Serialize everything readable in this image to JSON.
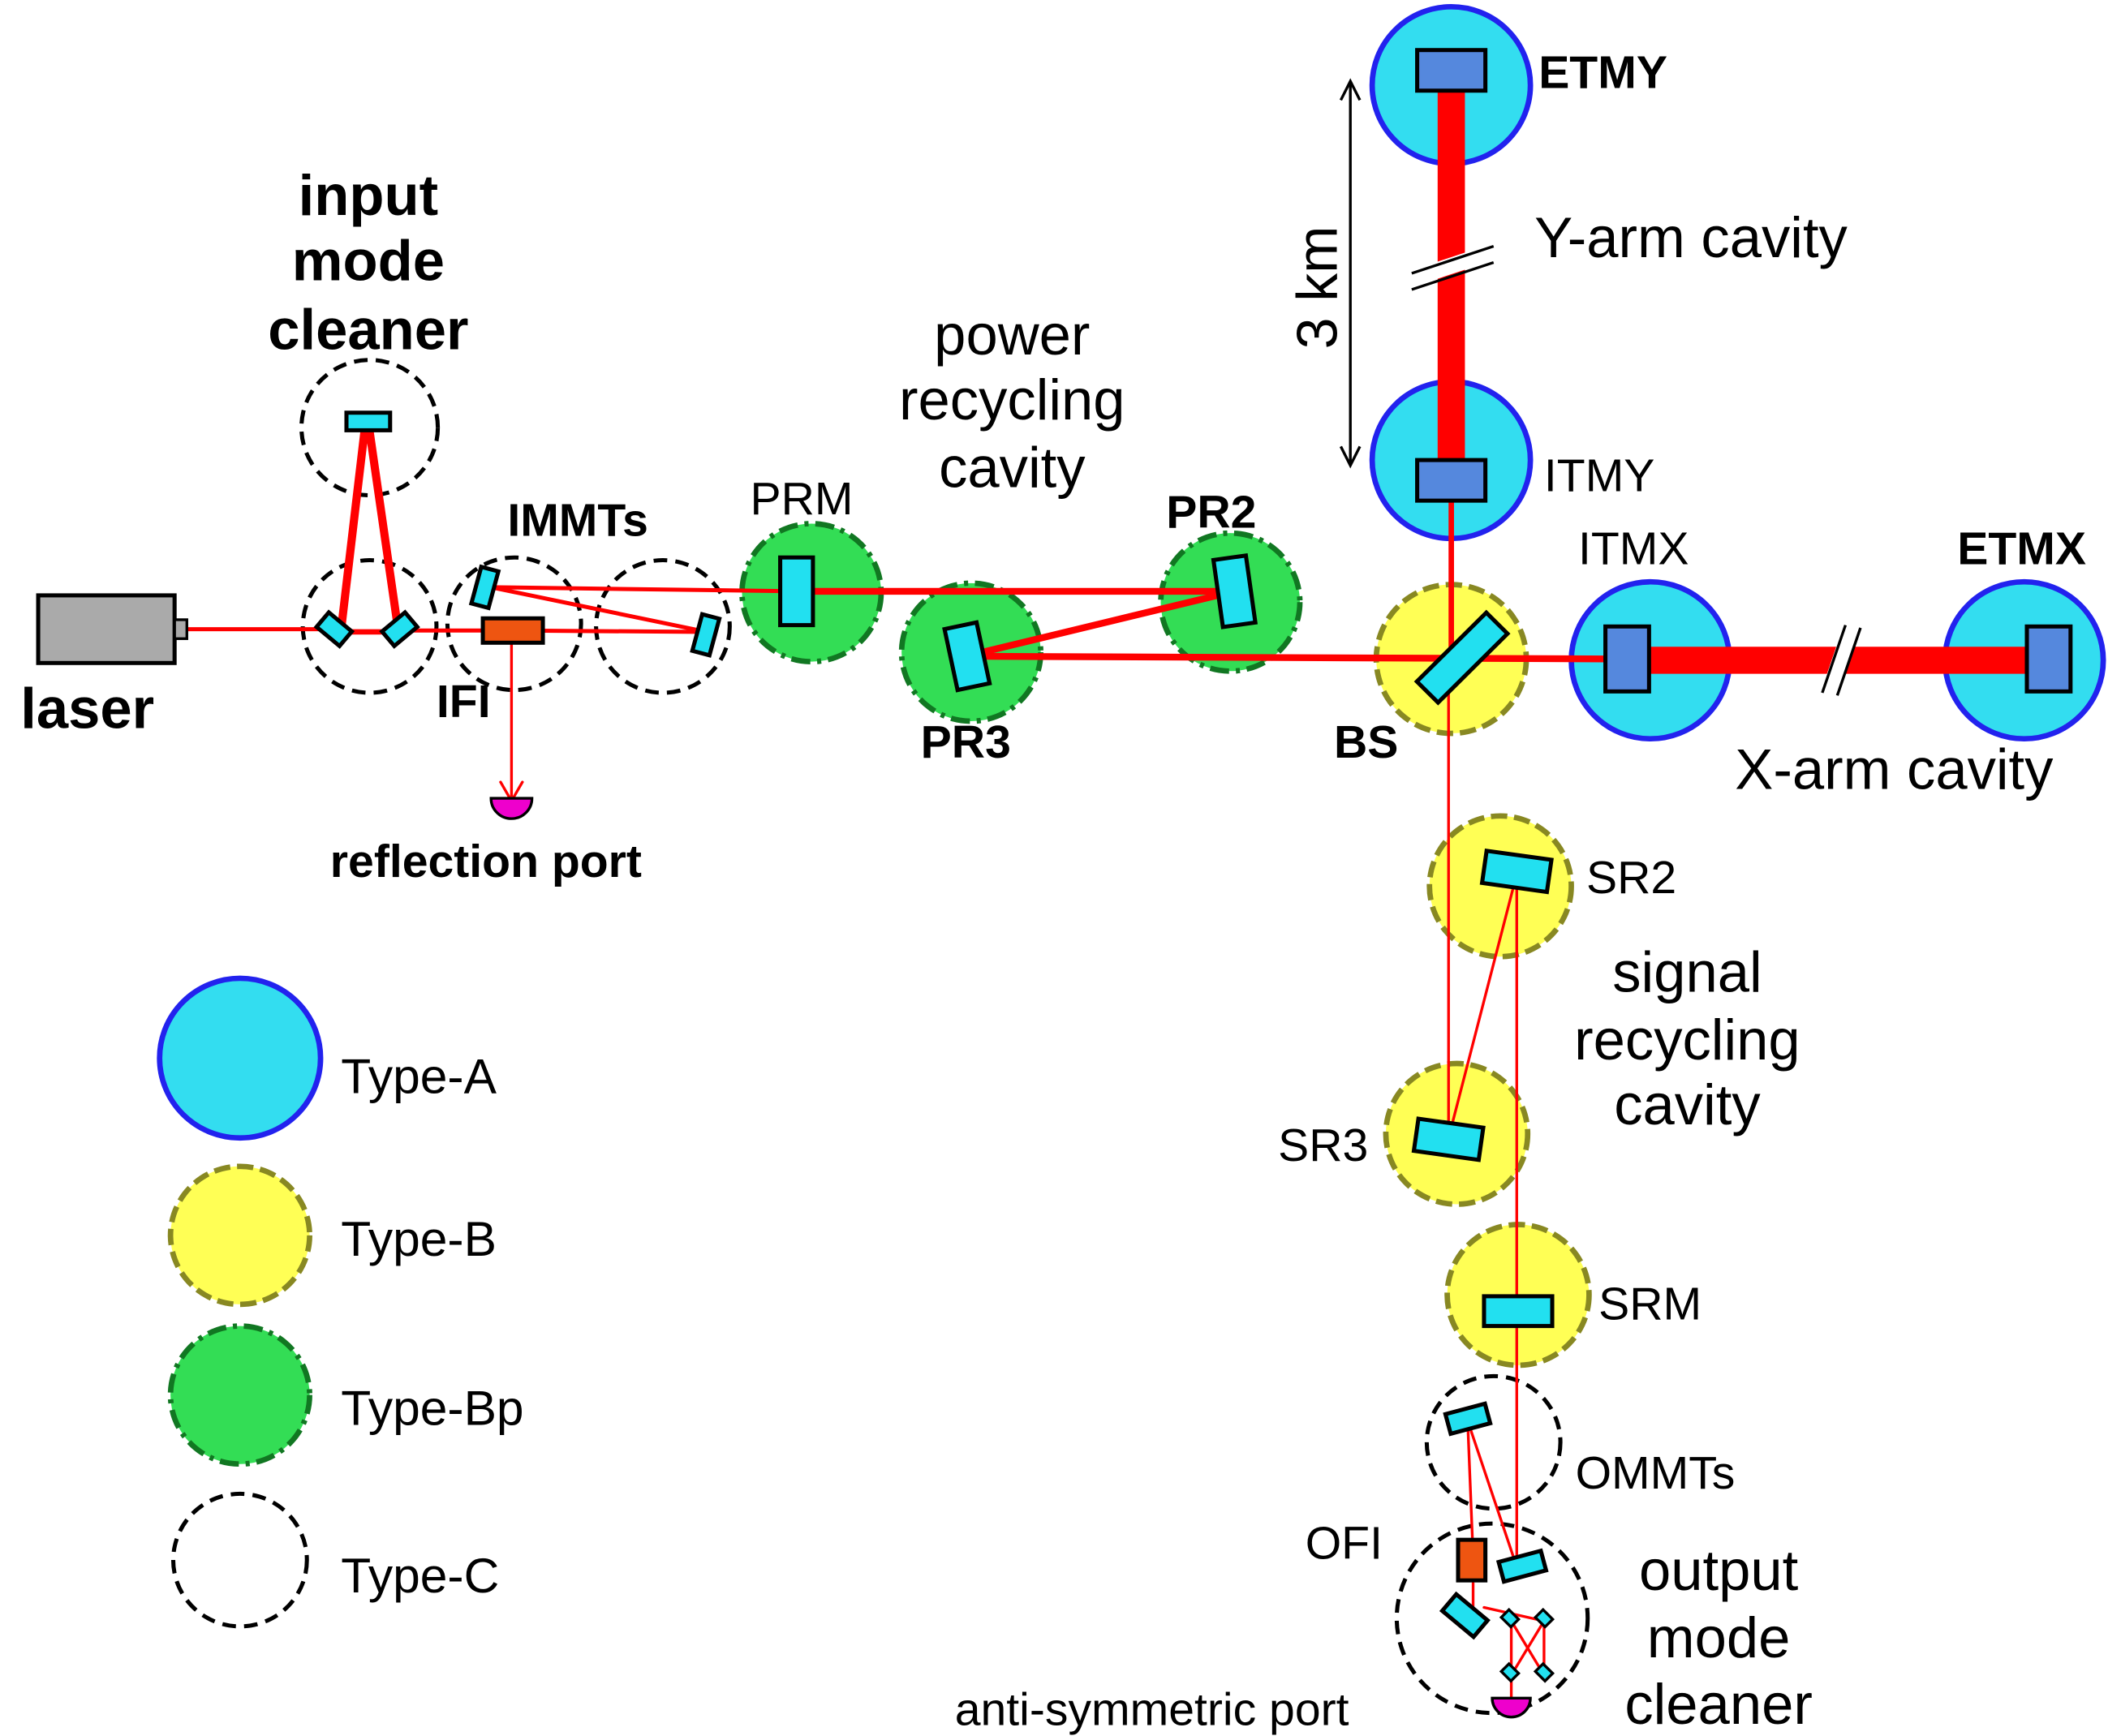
{
  "labels": {
    "input_mode_cleaner": [
      "input",
      "mode",
      "cleaner"
    ],
    "laser": "laser",
    "immts": "IMMTs",
    "ifi": "IFI",
    "reflection_port": "reflection port",
    "prm": "PRM",
    "power_recycling_cavity": [
      "power",
      "recycling",
      "cavity"
    ],
    "pr2": "PR2",
    "pr3": "PR3",
    "etmy": "ETMY",
    "y_arm_cavity": "Y-arm cavity",
    "three_km": "3 km",
    "itmy": "ITMY",
    "itmx": "ITMX",
    "etmx": "ETMX",
    "bs": "BS",
    "x_arm_cavity": "X-arm cavity",
    "sr2": "SR2",
    "signal_recycling_cavity": [
      "signal",
      "recycling",
      "cavity"
    ],
    "sr3": "SR3",
    "srm": "SRM",
    "ommts": "OMMTs",
    "ofi": "OFI",
    "output_mode_cleaner": [
      "output",
      "mode",
      "cleaner"
    ],
    "anti_symmetric_port": "anti-symmetric port"
  },
  "legend": [
    {
      "label": "Type-A",
      "type": "A"
    },
    {
      "label": "Type-B",
      "type": "B"
    },
    {
      "label": "Type-Bp",
      "type": "Bp"
    },
    {
      "label": "Type-C",
      "type": "C"
    }
  ],
  "colors": {
    "type_a_fill": "#33ddf0",
    "type_a_stroke": "#2222ee",
    "type_b_fill": "#ffff55",
    "type_b_stroke": "#888822",
    "type_bp_fill": "#33dd55",
    "type_bp_stroke": "#117722",
    "type_c_stroke": "#000000",
    "beam": "#ff0000",
    "optic_cyan": "#22e0f0",
    "test_mass": "#5588dd",
    "isolator": "#ee5511",
    "photodetector": "#ee00cc",
    "laser_body": "#aaaaaa"
  }
}
